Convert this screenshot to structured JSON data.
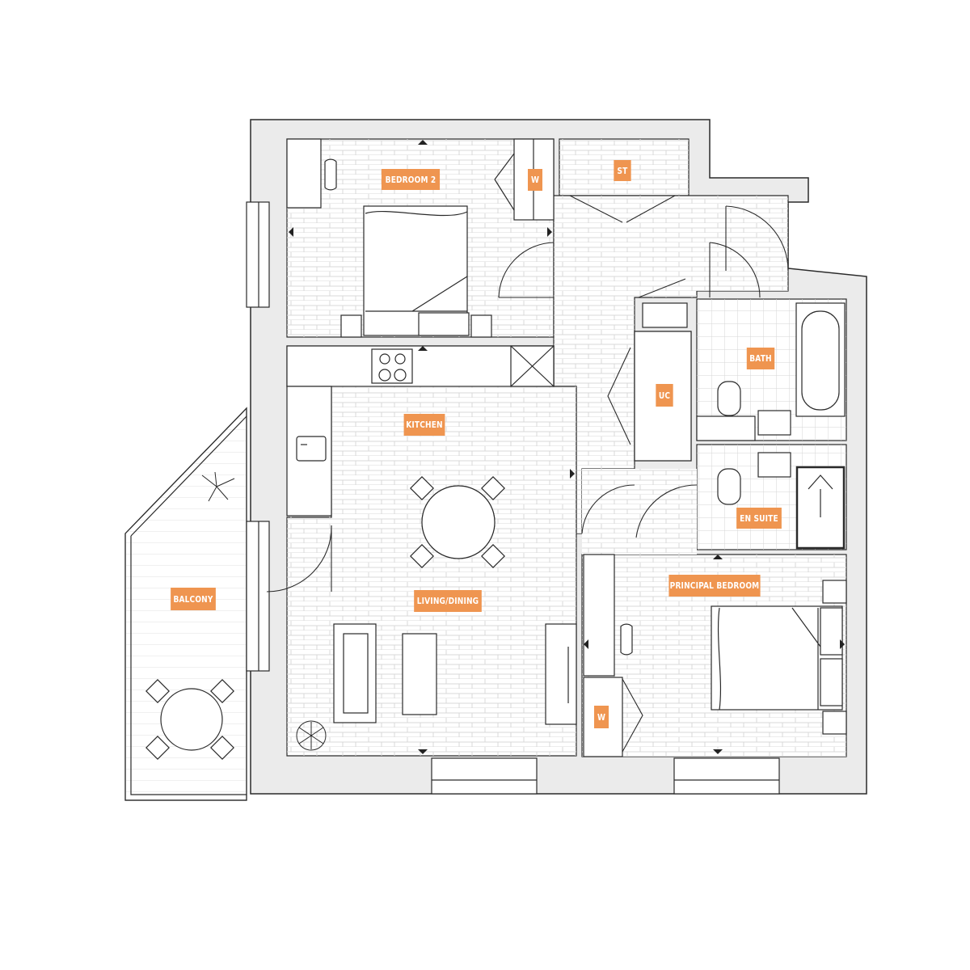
{
  "rooms": {
    "bedroom2": "BEDROOM 2",
    "wardrobe1": "W",
    "store": "ST",
    "kitchen": "KITCHEN",
    "utility": "UC",
    "bath": "BATH",
    "ensuite": "EN SUITE",
    "principal_bedroom": "PRINCIPAL BEDROOM",
    "balcony": "BALCONY",
    "living_dining": "LIVING/DINING",
    "wardrobe2": "W"
  },
  "colors": {
    "label_bg": "#ef9550",
    "label_text": "#ffffff",
    "wall_fill": "#ebebeb",
    "line": "#222222",
    "floor_hatch": "#d9d9d9"
  }
}
